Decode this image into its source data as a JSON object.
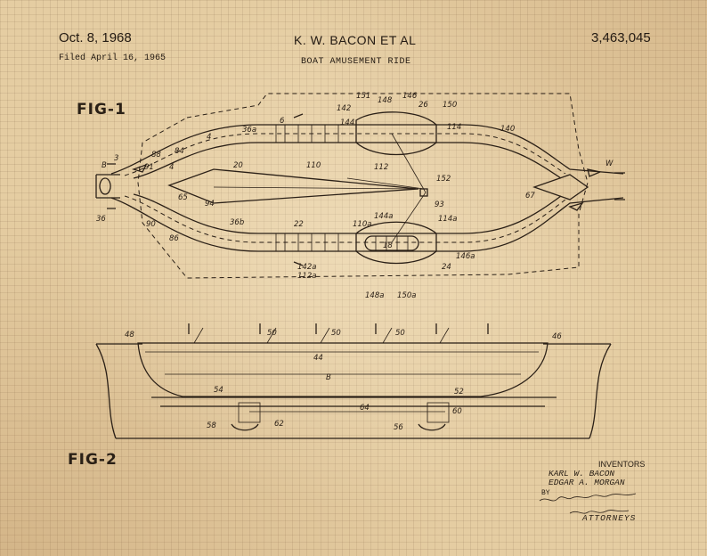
{
  "header": {
    "date": "Oct. 8, 1968",
    "filed": "Filed April 16, 1965",
    "inventor_short": "K. W. BACON ET AL",
    "patent_number": "3,463,045",
    "title": "BOAT AMUSEMENT RIDE"
  },
  "figures": {
    "fig1_label": "FIG-1",
    "fig2_label": "FIG-2"
  },
  "fig1_refs": [
    "144",
    "142",
    "151",
    "148",
    "146",
    "26",
    "150",
    "140",
    "114",
    "6",
    "36a",
    "B",
    "3",
    "84",
    "88",
    "91",
    "20",
    "110",
    "112",
    "152",
    "W",
    "93",
    "67",
    "65",
    "94",
    "36",
    "90",
    "86",
    "36b",
    "22",
    "110a",
    "144a",
    "114a",
    "18",
    "146a",
    "24",
    "142a",
    "112a",
    "148a",
    "150a",
    "4",
    "4"
  ],
  "fig2_refs": [
    "48",
    "50",
    "50",
    "50",
    "46",
    "44",
    "B",
    "54",
    "52",
    "64",
    "58",
    "62",
    "56",
    "60"
  ],
  "inventors": {
    "heading": "INVENTORS",
    "name1": "KARL W. BACON",
    "name2": "EDGAR A. MORGAN",
    "by": "BY",
    "attorneys": "ATTORNEYS"
  },
  "colors": {
    "paper": "#e5cda2",
    "ink": "#2b2017"
  }
}
